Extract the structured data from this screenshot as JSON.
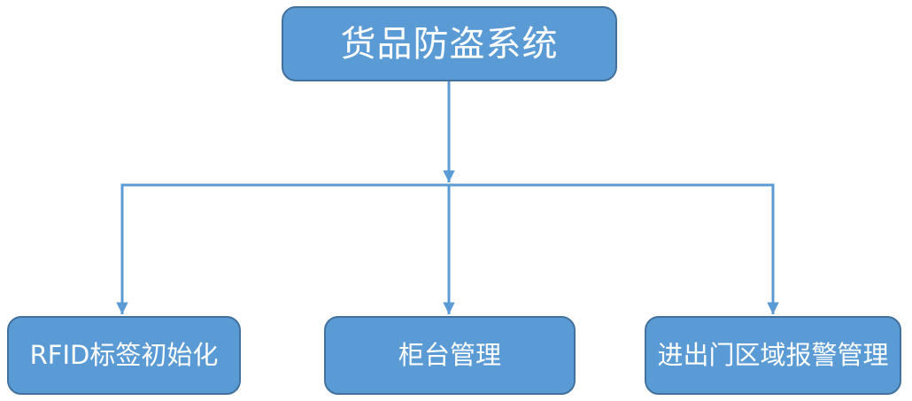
{
  "diagram": {
    "type": "flowchart",
    "root": {
      "id": "goods-antitheft-system",
      "label": "货品防盗系统"
    },
    "children": [
      {
        "id": "rfid-tag-init",
        "label": "RFID标签初始化"
      },
      {
        "id": "counter-management",
        "label": "柜台管理"
      },
      {
        "id": "entry-exit-area-alarm",
        "label": "进出门区域报警管理"
      }
    ],
    "edges": [
      {
        "from": "货品防盗系统",
        "to": "RFID标签初始化"
      },
      {
        "from": "货品防盗系统",
        "to": "柜台管理"
      },
      {
        "from": "货品防盗系统",
        "to": "进出门区域报警管理"
      }
    ],
    "colors": {
      "node_fill": "#5B9BD5",
      "node_border": "#41719C",
      "connector": "#5B9BD5",
      "text": "#FFFFFF",
      "background": "#FFFFFF"
    }
  }
}
